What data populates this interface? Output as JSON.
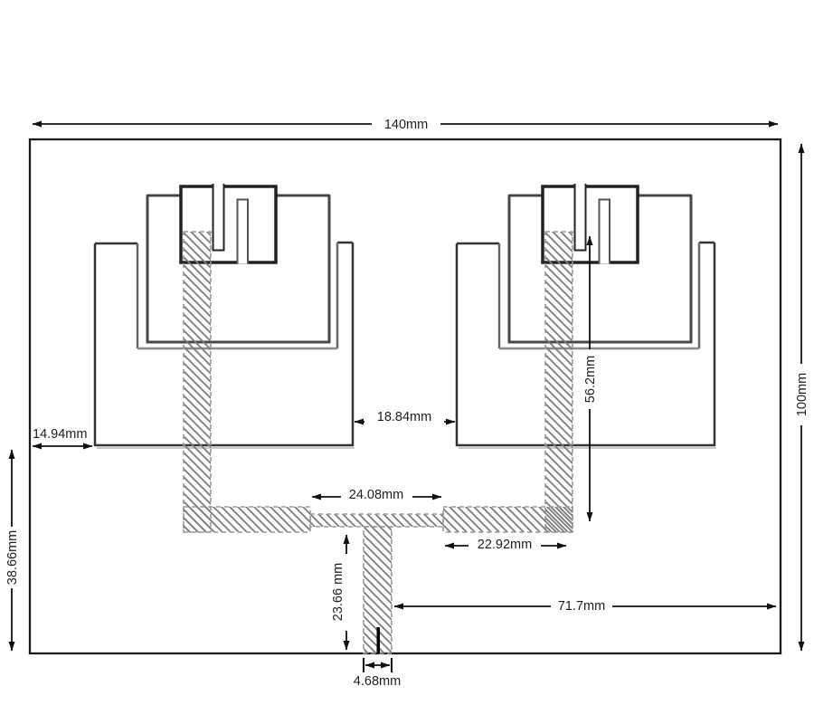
{
  "diagram": {
    "description": "Dimensioned layout drawing of a two-element printed antenna array with hatched microstrip feed network on a rectangular substrate",
    "colors": {
      "outline": "#333333",
      "hatch_lines": "#7a7a7a",
      "dimension_lines": "#111111",
      "background": "#ffffff"
    }
  },
  "dims": {
    "board_width": "140mm",
    "board_height": "100mm",
    "left_edge_offset": "14.94mm",
    "lower_left_height": "38.66mm",
    "element_gap": "18.84mm",
    "slot_depth": "56.2mm",
    "mid_feed_width": "24.08mm",
    "right_feed_width": "22.92mm",
    "input_feed_height": "23.66 mm",
    "right_edge_span": "71.7mm",
    "input_feed_width": "4.68mm"
  }
}
